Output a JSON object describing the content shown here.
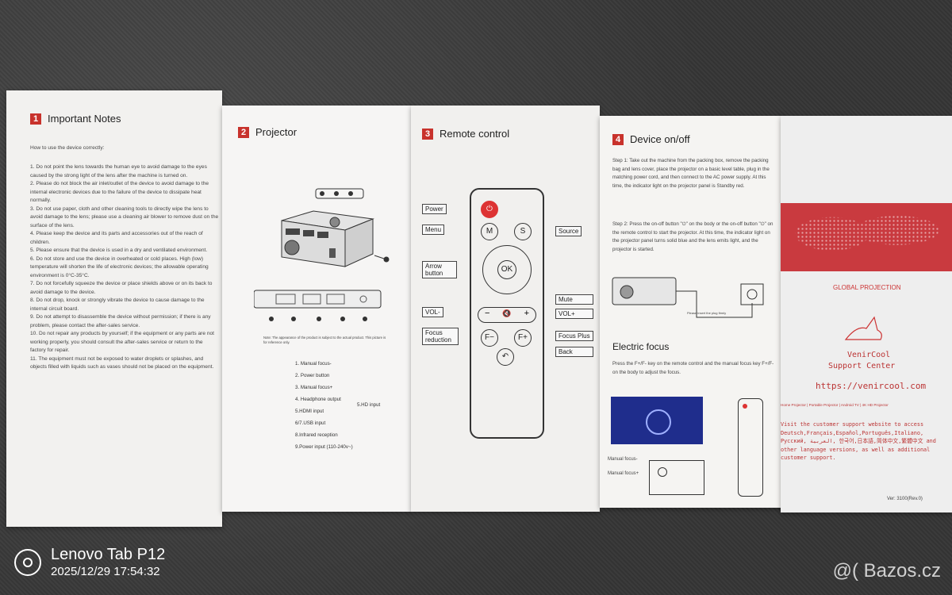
{
  "panel1": {
    "num": "1",
    "title": "Important Notes",
    "intro": "How to use the device correctly:",
    "notes": [
      "1. Do not point the lens towards the human eye to avoid damage to the eyes caused by the strong light of the lens after the machine is turned on.",
      "2. Please do not block the air inlet/outlet of the device to avoid damage to the internal electronic devices due to the failure of the device to dissipate heat normally.",
      "3. Do not use paper, cloth and other cleaning tools to directly wipe the lens to avoid damage to the lens; please use a cleaning air blower to remove dust on the surface of the lens.",
      "4. Please keep the device and its parts and accessories out of the reach of children.",
      "5. Please ensure that the device is used in a dry and ventilated environment.",
      "6. Do not store and use the device in overheated or cold places. High (low) temperature will shorten the life of electronic devices; the allowable operating environment is 0°C-35°C.",
      "7. Do not forcefully squeeze the device or place shields above or on its back to avoid damage to the device.",
      "8. Do not drop, knock or strongly vibrate the device to cause damage to the internal circuit board.",
      "9. Do not attempt to disassemble the device without permission; if there is any problem, please contact the after-sales service.",
      "10. Do not repair any products by yourself; if the equipment or any parts are not working properly, you should consult the after-sales service or return to the factory for repair.",
      "11. The equipment must not be exposed to water droplets or splashes, and objects filled with liquids such as vases should not be placed on the equipment."
    ]
  },
  "panel2": {
    "num": "2",
    "title": "Projector",
    "note": "Note: The appearance of the product is subject to the actual product. This picture is for reference only.",
    "items": [
      "1. Manual focus-",
      "2. Power button",
      "3. Manual focus+",
      "4. Headphone output",
      "5.HDMI input",
      "6/7.USB input",
      "8.Infrared reception",
      "9.Power input (110-240v~)"
    ],
    "hd_input": "5.HD input"
  },
  "panel3": {
    "num": "3",
    "title": "Remote control",
    "labels": {
      "power": "Power",
      "menu": "Menu",
      "source": "Source",
      "arrow": "Arrow button",
      "mute": "Mute",
      "vol_minus": "VOL-",
      "vol_plus": "VOL+",
      "focus_reduction": "Focus reduction",
      "focus_plus": "Focus Plus",
      "back": "Back"
    },
    "keys": {
      "m": "M",
      "s": "S",
      "ok": "OK",
      "f_minus": "F−",
      "f_plus": "F+",
      "minus": "−",
      "plus": "+"
    }
  },
  "panel4": {
    "num": "4",
    "title": "Device on/off",
    "step1": "Step 1: Take out the machine from the packing box, remove the packing bag and lens cover, place the projector on a basic level table, plug in the matching power cord, and then connect to the AC power supply. At this time, the indicator light on the projector panel is Standby red.",
    "step2": "Step 2: Press the on-off button \"⏻\" on the body or the on-off button \"⏻\" on the remote control to start the projector. At this time, the indicator light on the projector panel turns solid blue and the lens emits light, and the projector is started.",
    "plug_note": "Please insert the plug firmly",
    "ef_title": "Electric focus",
    "ef_text": "Press the F+/F- key on the remote control and the manual focus key F+/F- on the body to adjust the focus.",
    "mf_minus": "Manual focus-",
    "mf_plus": "Manual focus+"
  },
  "panel5": {
    "global": "GLOBAL PROJECTION",
    "brand1": "VenirCool",
    "brand2": "Support Center",
    "url": "https://venircool.com",
    "categories": "Home Projector | Portable Projector | Android TV | 4K HD Projector",
    "visit": "Visit the customer support website to access Deutsch,Français,Español,Português,Italiano, Русский, العربية, 한국어,日本語,简体中文,繁體中文 and other language versions, as well as additional customer support.",
    "ver": "Ver: 3100(Rev.0)"
  },
  "overlay": {
    "device": "Lenovo Tab P12",
    "datetime": "2025/12/29  17:54:32",
    "watermark": "@( Bazos.cz"
  },
  "colors": {
    "accent_red": "#c8322c",
    "map_red": "#c93a3f"
  }
}
